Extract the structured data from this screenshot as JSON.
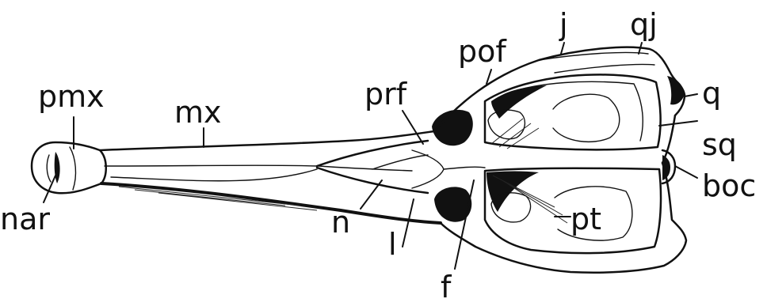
{
  "labels": {
    "pmx": "pmx",
    "mx": "mx",
    "nar": "nar",
    "prf": "prf",
    "pof": "pof",
    "j": "j",
    "qj": "qj",
    "q": "q",
    "sq": "sq",
    "boc": "boc",
    "pt": "pt",
    "n": "n",
    "l": "l",
    "f": "f"
  }
}
